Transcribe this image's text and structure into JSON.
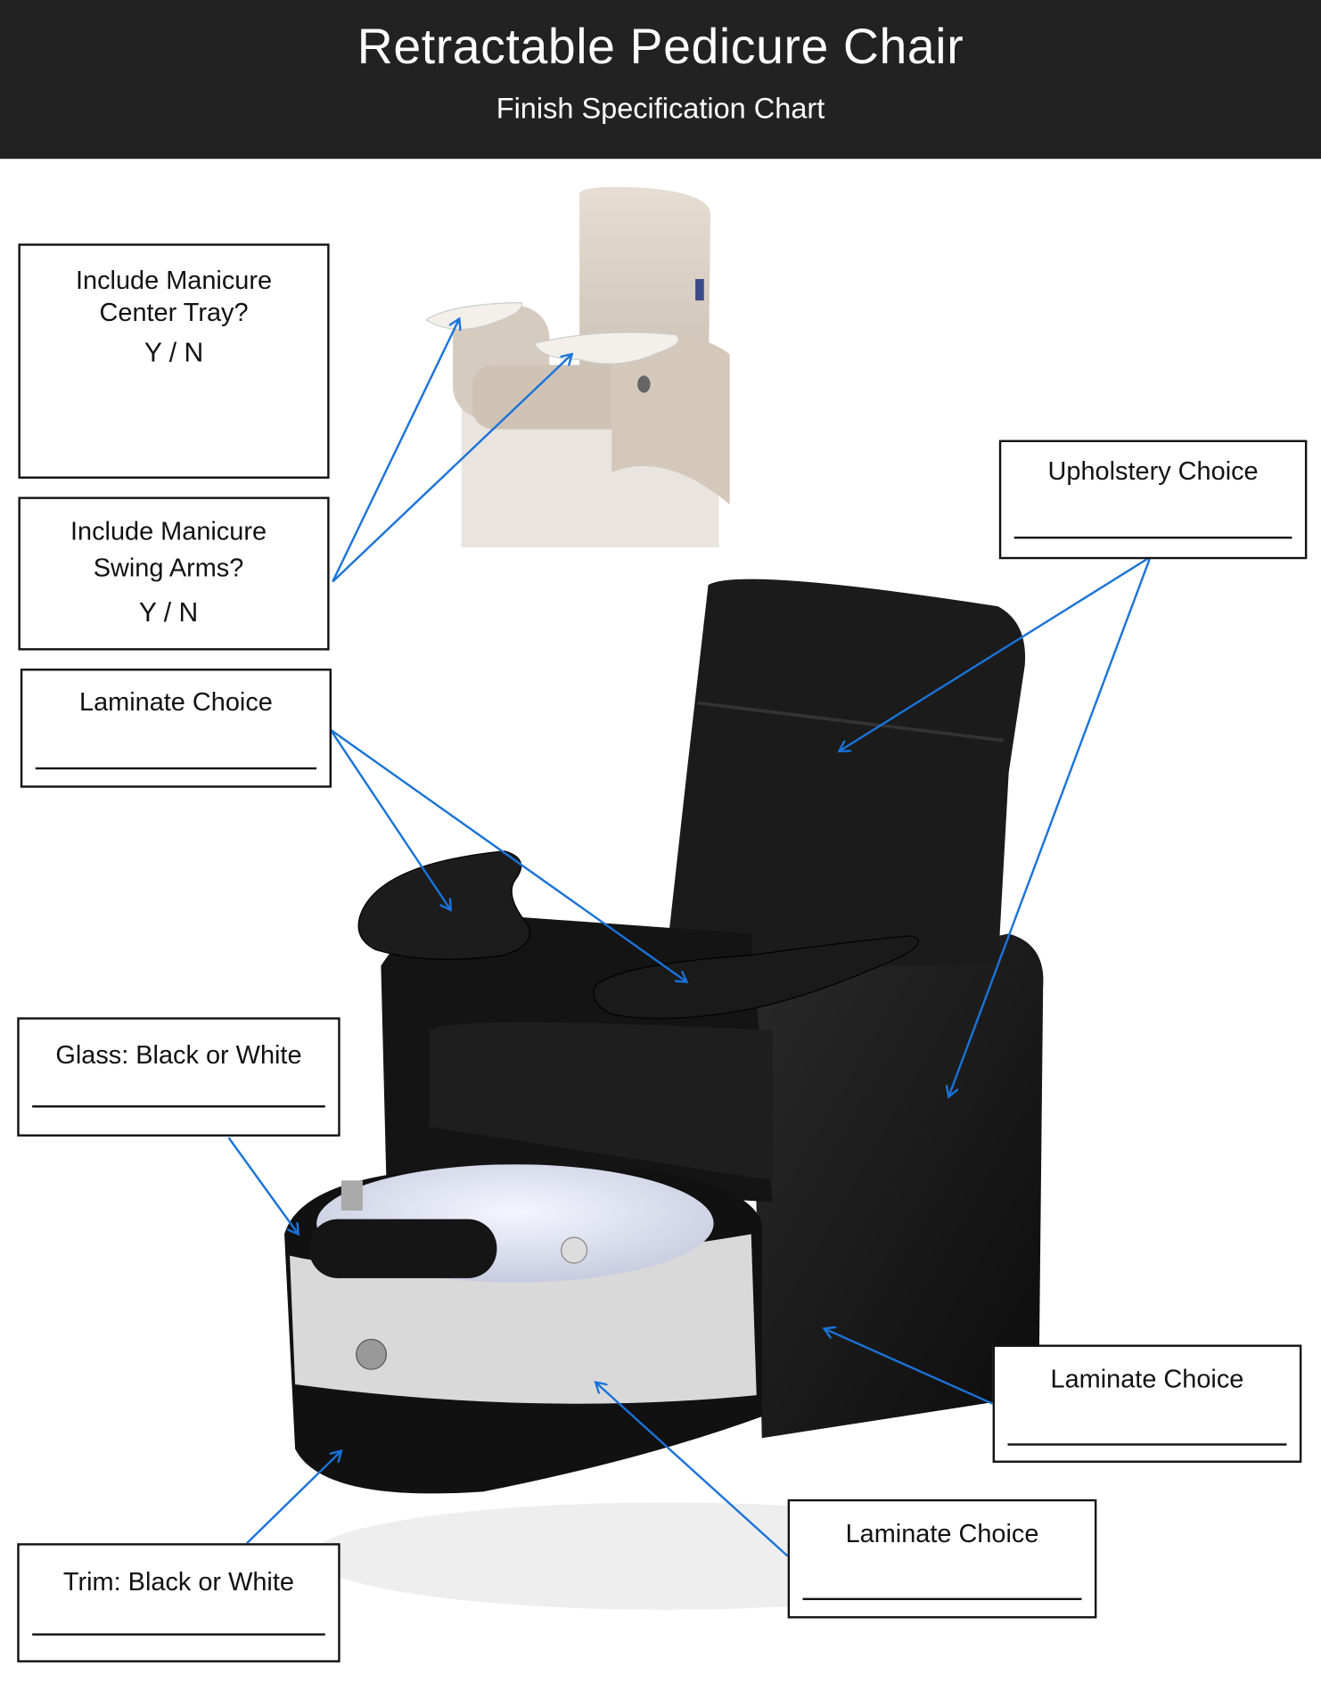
{
  "header": {
    "title": "Retractable Pedicure Chair",
    "subtitle": "Finish Specification Chart"
  },
  "options": {
    "center_tray": {
      "label_line1": "Include Manicure",
      "label_line2": "Center Tray?",
      "choice": "Y / N"
    },
    "swing_arms": {
      "label_line1": "Include Manicure",
      "label_line2": "Swing Arms?",
      "choice": "Y / N"
    },
    "laminate_arms": {
      "label": "Laminate Choice"
    },
    "upholstery": {
      "label": "Upholstery Choice"
    },
    "glass": {
      "label": "Glass: Black or White"
    },
    "laminate_side": {
      "label": "Laminate Choice"
    },
    "laminate_basin": {
      "label": "Laminate Choice"
    },
    "trim": {
      "label": "Trim: Black or White"
    }
  },
  "colors": {
    "header_bg": "#222222",
    "arrow": "#1a73d9",
    "beige": "#d9cfc4",
    "chair_black": "#151515"
  }
}
